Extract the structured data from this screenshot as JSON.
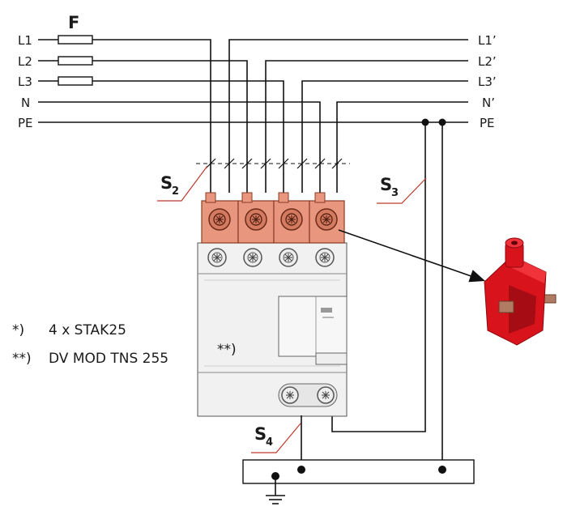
{
  "fuse_label": "F",
  "inputs": {
    "l1": "L1",
    "l2": "L2",
    "l3": "L3",
    "n": "N",
    "pe": "PE"
  },
  "outputs": {
    "l1": "L1’",
    "l2": "L2’",
    "l3": "L3’",
    "n": "N’",
    "pe": "PE"
  },
  "sections": {
    "s2": "S",
    "s2_sub": "2",
    "s3": "S",
    "s3_sub": "3",
    "s4": "S",
    "s4_sub": "4"
  },
  "device_marker": "**)",
  "notes": [
    {
      "marker": "*)",
      "text": "4 x STAK25"
    },
    {
      "marker": "**)",
      "text": "DV MOD TNS 255"
    }
  ],
  "colors": {
    "terminal_block": "#e8967d",
    "red_accessory": "#d8131c",
    "callout_line": "#c0392b",
    "device_body": "#f1f1f1"
  },
  "icons": {
    "ground": "ground-icon",
    "accessory": "red-terminal-clip-icon"
  }
}
